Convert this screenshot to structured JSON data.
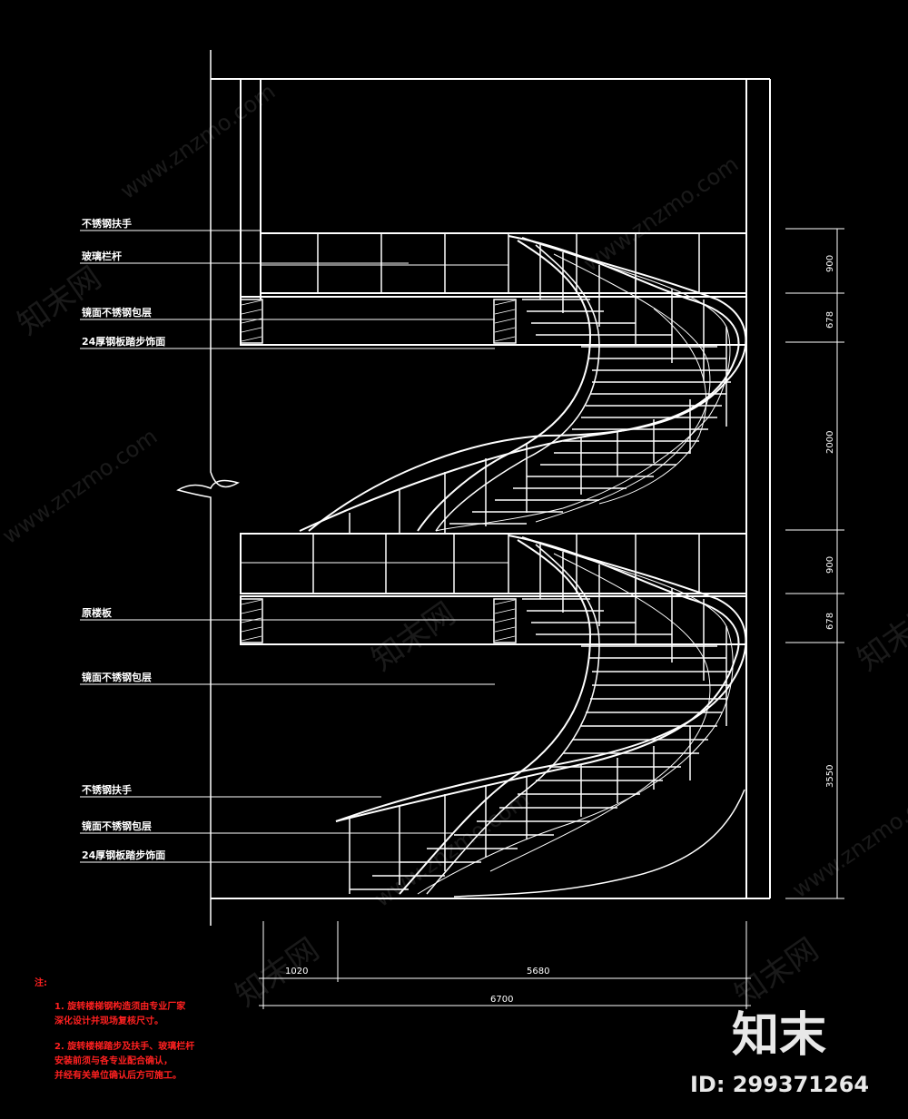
{
  "labels": {
    "handrail_top": "不锈钢扶手",
    "balustrade": "玻璃栏杆",
    "side_panel_1": "镜面不锈钢包层",
    "steel_beam_1": "24厚钢板踏步饰面",
    "floor_slab": "原楼板",
    "side_panel_2": "镜面不锈钢包层",
    "handrail_bottom": "不锈钢扶手",
    "side_panel_3": "镜面不锈钢包层",
    "steel_beam_2": "24厚钢板踏步饰面"
  },
  "dimensions": {
    "right": [
      "900",
      "678",
      "2000",
      "900",
      "678",
      "3550"
    ],
    "bottom_left": "1020",
    "bottom_mid": "5680",
    "bottom_total": "6700"
  },
  "notes": {
    "title": "注:",
    "line1a": "1. 旋转楼梯钢构造须由专业厂家",
    "line1b": "深化设计并现场复核尺寸。",
    "line2a": "2. 旋转楼梯踏步及扶手、玻璃栏杆",
    "line2b": "安装前须与各专业配合确认，",
    "line2c": "并经有关单位确认后方可施工。"
  },
  "watermark": {
    "brand": "知末网",
    "site": "www.znzmo.com"
  },
  "logo": {
    "text": "知末",
    "id": "ID: 299371264"
  },
  "colors": {
    "background": "#000000",
    "lines": "#ffffff",
    "notes": "#ff2020"
  }
}
